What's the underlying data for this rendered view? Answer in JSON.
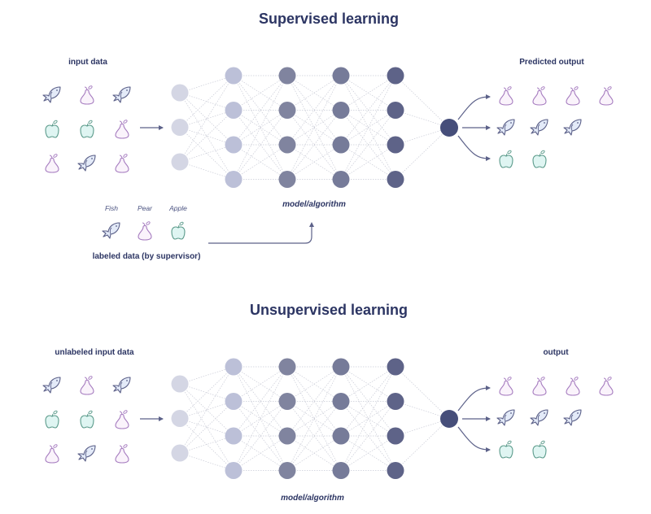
{
  "supervised": {
    "title": "Supervised learning",
    "input_label": "input data",
    "output_label": "Predicted output",
    "model_label": "model/algorithm",
    "labeled_caption": "labeled data (by supervisor)",
    "label_names": [
      "Fish",
      "Pear",
      "Apple"
    ],
    "input_grid": [
      [
        "fish",
        "pear",
        "fish"
      ],
      [
        "apple",
        "apple",
        "pear"
      ],
      [
        "pear",
        "fish",
        "pear"
      ]
    ],
    "output_groups": [
      {
        "type": "pear",
        "count": 4
      },
      {
        "type": "fish",
        "count": 3
      },
      {
        "type": "apple",
        "count": 2
      }
    ]
  },
  "unsupervised": {
    "title": "Unsupervised learning",
    "input_label": "unlabeled input data",
    "output_label": "output",
    "model_label": "model/algorithm",
    "input_grid": [
      [
        "fish",
        "pear",
        "fish"
      ],
      [
        "apple",
        "apple",
        "pear"
      ],
      [
        "pear",
        "fish",
        "pear"
      ]
    ],
    "output_groups": [
      {
        "type": "pear",
        "count": 4
      },
      {
        "type": "fish",
        "count": 3
      },
      {
        "type": "apple",
        "count": 2
      }
    ]
  },
  "network": {
    "layer_sizes": [
      3,
      4,
      4,
      4,
      4,
      1
    ],
    "layer_colors": [
      "#d4d6e4",
      "#bcc0d8",
      "#80849f",
      "#767b99",
      "#5e6388",
      "#464e7a"
    ]
  },
  "colors": {
    "title": "#2c3563",
    "fish_fill": "#e3eaf8",
    "fish_stroke": "#5c6189",
    "pear_fill": "#faf3fb",
    "pear_stroke": "#a57bbf",
    "apple_fill": "#dff5f2",
    "apple_stroke": "#5a9a8a",
    "arrow": "#5c6189"
  }
}
